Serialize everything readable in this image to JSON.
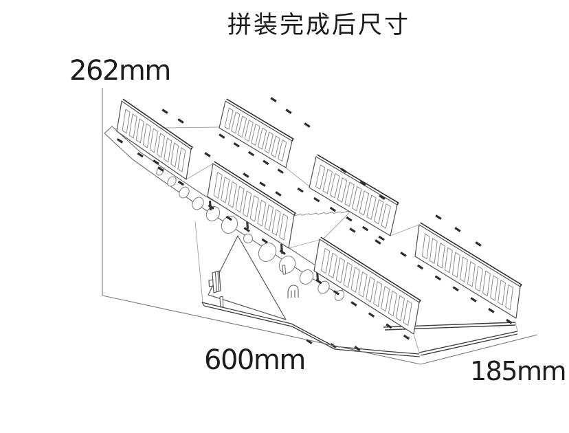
{
  "title": "拼装完成后尺寸",
  "dimensions": {
    "height_label": "262mm",
    "length_label": "600mm",
    "depth_label": "185mm"
  }
}
